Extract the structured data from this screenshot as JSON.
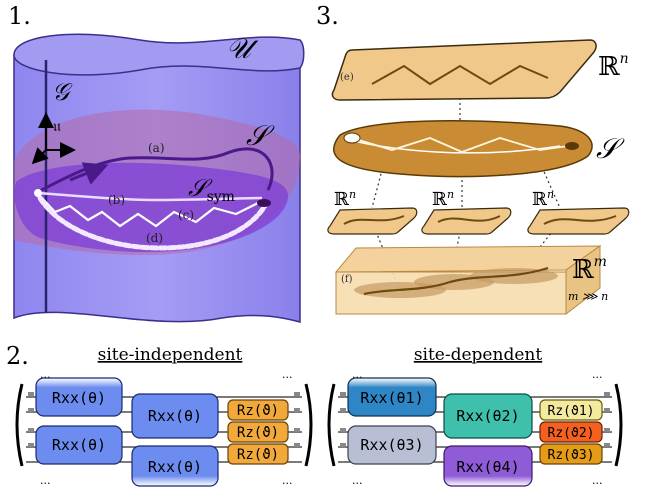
{
  "panel_labels": {
    "p1": "1.",
    "p2": "2.",
    "p3": "3."
  },
  "panel1": {
    "U": "𝒰",
    "G": "𝒢",
    "u": "𝔲",
    "S": "𝒮",
    "S_sym_main": "𝒮",
    "S_sym_sub": "sym",
    "path_a": "(a)",
    "path_b": "(b)",
    "path_c": "(c)",
    "path_d": "(d)"
  },
  "panel3": {
    "Rn_top": "ℝ",
    "n_sup": "n",
    "S": "𝒮",
    "label_e": "(e)",
    "label_f": "(f)",
    "Rn_1": "ℝ",
    "Rn_2": "ℝ",
    "Rn_3": "ℝ",
    "Rm": "ℝ",
    "m_sup": "m",
    "relation": "m ⋙ n"
  },
  "panel2": {
    "title_left": "site-independent",
    "title_right": "site-dependent",
    "ellipsis": "...",
    "left_gates": {
      "rxx_1": "Rxx(θ)",
      "rxx_2": "Rxx(θ)",
      "rxx_3": "Rxx(θ)",
      "rxx_4": "Rxx(θ)",
      "rz_1": "Rz(ϑ)",
      "rz_2": "Rz(ϑ)",
      "rz_3": "Rz(ϑ)"
    },
    "right_gates": {
      "rxx_1": "Rxx(θ1)",
      "rxx_2": "Rxx(θ2)",
      "rxx_3": "Rxx(θ3)",
      "rxx_4": "Rxx(θ4)",
      "rz_1": "Rz(ϑ1)",
      "rz_2": "Rz(ϑ2)",
      "rz_3": "Rz(ϑ3)"
    },
    "colors": {
      "site_independent_rxx": "#6d8cf0",
      "rz": "#f2a93b",
      "theta1": "#2f86c6",
      "theta2": "#3fc0ad",
      "theta3": "#b8bfd4",
      "theta4": "#8f5bd6",
      "vartheta1": "#f3eaa0",
      "vartheta2": "#f4611e",
      "vartheta3": "#e39b18"
    }
  }
}
